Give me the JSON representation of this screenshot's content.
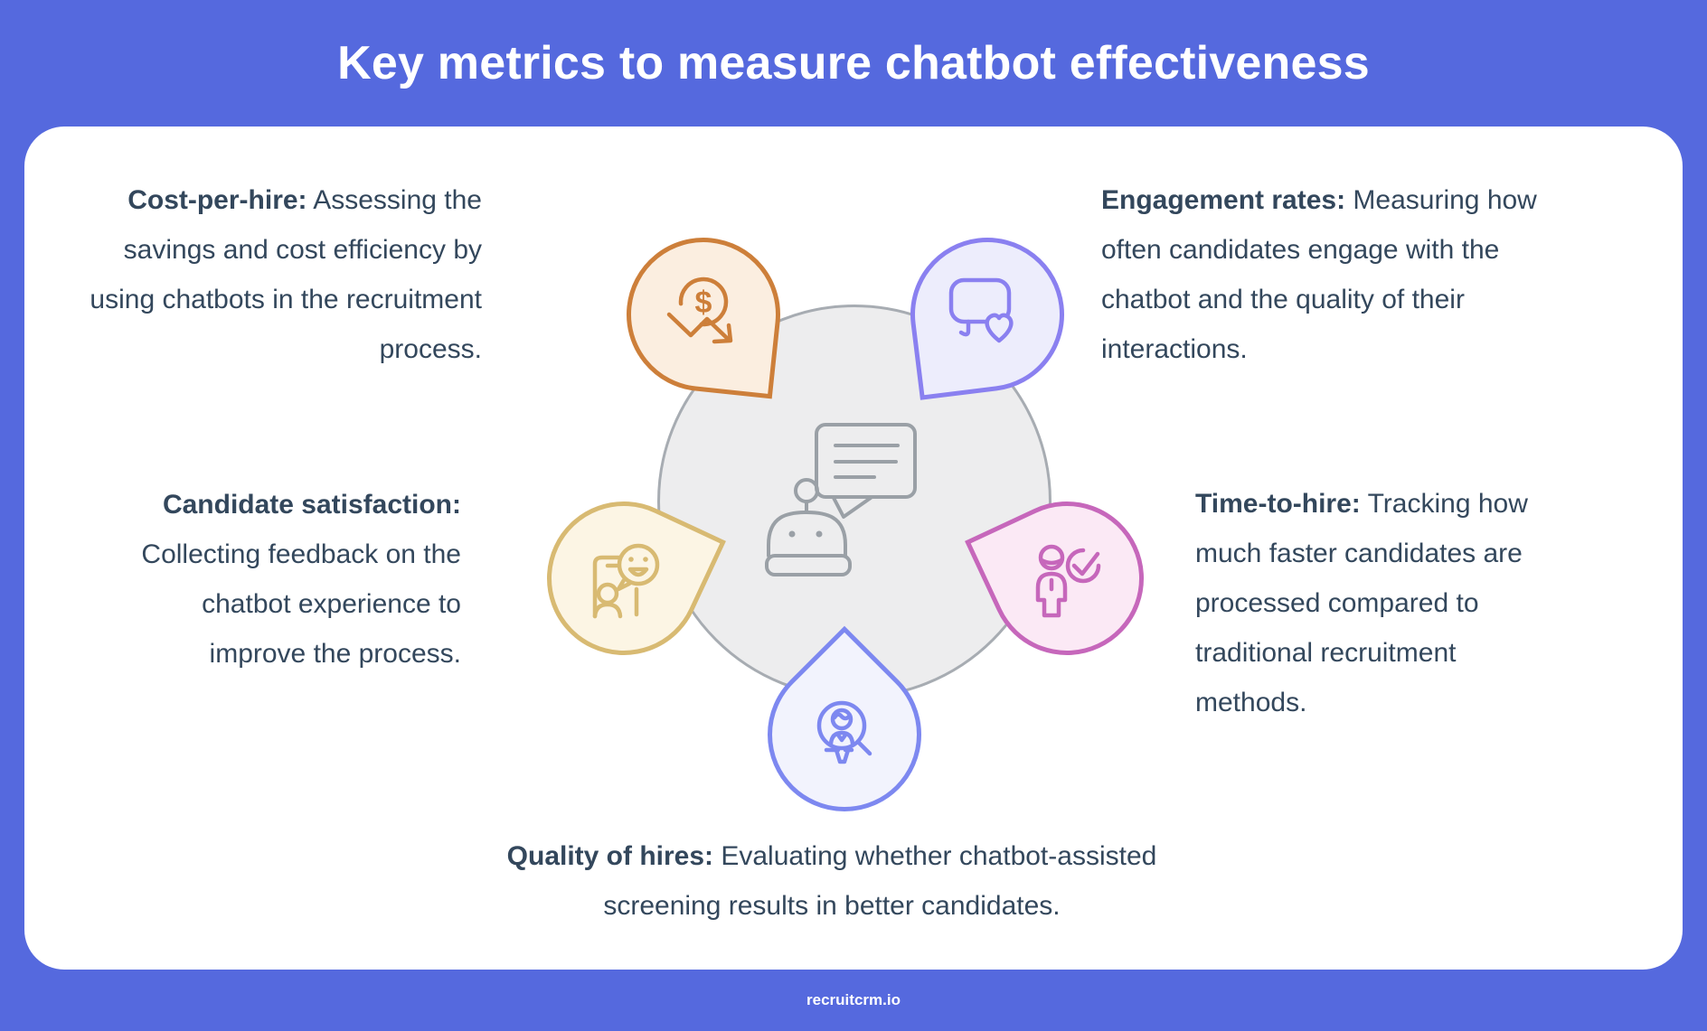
{
  "title": "Key metrics to measure chatbot effectiveness",
  "footer": "recruitcrm.io",
  "colors": {
    "background": "#5569de",
    "card": "#ffffff",
    "body_text": "#33475c",
    "center_circle_fill": "#ededee",
    "center_circle_stroke": "#a7acb2",
    "robot_stroke": "#9aa0a6"
  },
  "center": {
    "icon": "chatbot-speech-icon"
  },
  "metrics": [
    {
      "id": "cost-per-hire",
      "label": "Cost-per-hire:",
      "lines": [
        " Assessing the",
        "savings and cost efficiency by",
        "using chatbots in the recruitment",
        "process."
      ],
      "icon": "dollar-decrease-icon",
      "icon_glyph": "$",
      "accent": "#cd7f3a",
      "bubble_fill": "#fbeee0"
    },
    {
      "id": "engagement-rates",
      "label": "Engagement rates:",
      "lines": [
        " Measuring how",
        "often candidates engage with the",
        "chatbot and the quality of their",
        "interactions."
      ],
      "icon": "chat-heart-icon",
      "accent": "#8a80f0",
      "bubble_fill": "#ededfc"
    },
    {
      "id": "candidate-satisfaction",
      "label": "Candidate satisfaction:",
      "lines": [
        "",
        "Collecting feedback on the",
        "chatbot experience to",
        "improve the process."
      ],
      "icon": "feedback-smiley-icon",
      "accent": "#d8ba72",
      "bubble_fill": "#fcf5e4"
    },
    {
      "id": "time-to-hire",
      "label": "Time-to-hire:",
      "lines": [
        " Tracking how",
        "much faster candidates are",
        "processed compared to",
        "traditional recruitment",
        "methods."
      ],
      "icon": "candidate-check-icon",
      "accent": "#c667bb",
      "bubble_fill": "#fbe9f5"
    },
    {
      "id": "quality-of-hires",
      "label": "Quality of hires:",
      "lines": [
        " Evaluating whether chatbot-assisted",
        "screening results in better candidates."
      ],
      "icon": "candidate-search-icon",
      "accent": "#7d88f0",
      "bubble_fill": "#f2f3fd"
    }
  ]
}
